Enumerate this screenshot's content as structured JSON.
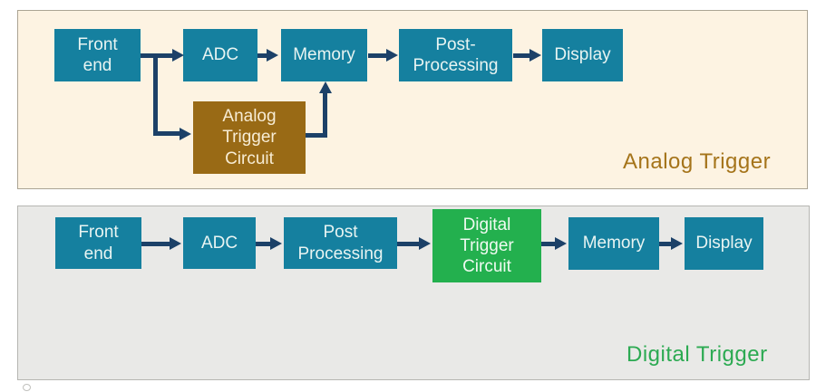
{
  "colors": {
    "teal_block": "#15809f",
    "brown_block": "#996a15",
    "green_block": "#23b04e",
    "arrow_navy": "#1c4168",
    "analog_panel_bg": "#fdf3e2",
    "digital_panel_bg": "#e9e9e7",
    "analog_caption_color": "#a5741a",
    "digital_caption_color": "#2caa52"
  },
  "analog": {
    "caption": "Analog Trigger",
    "boxes": {
      "front_end": "Front\nend",
      "adc": "ADC",
      "memory": "Memory",
      "post_processing": "Post-\nProcessing",
      "display": "Display",
      "trigger_circuit": "Analog\nTrigger\nCircuit"
    }
  },
  "digital": {
    "caption": "Digital Trigger",
    "boxes": {
      "front_end": "Front\nend",
      "adc": "ADC",
      "post_processing": "Post\nProcessing",
      "trigger_circuit": "Digital\nTrigger\nCircuit",
      "memory": "Memory",
      "display": "Display"
    }
  }
}
